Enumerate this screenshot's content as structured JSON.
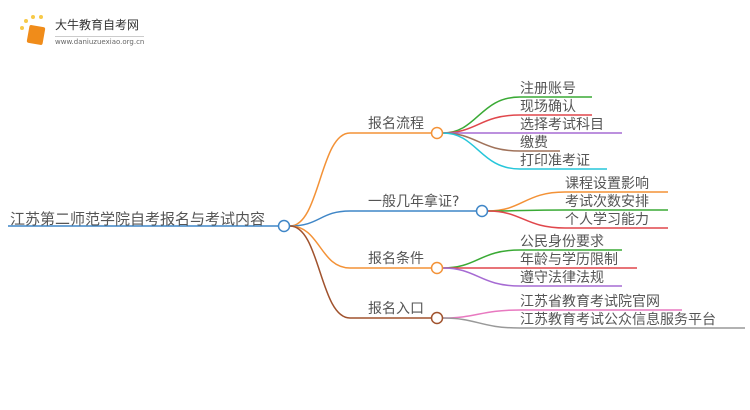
{
  "logo": {
    "name": "大牛教育自考网",
    "url": "www.daniuzuexiao.org.cn"
  },
  "root": {
    "label": "江苏第二师范学院自考报名与考试内容",
    "color": "#3f86c7"
  },
  "branches": [
    {
      "label": "报名流程",
      "color": "#f39237",
      "leaves": [
        {
          "label": "注册账号",
          "color": "#3aaa35"
        },
        {
          "label": "现场确认",
          "color": "#e0474c"
        },
        {
          "label": "选择考试科目",
          "color": "#a66bd3"
        },
        {
          "label": "缴费",
          "color": "#a0725a"
        },
        {
          "label": "打印准考证",
          "color": "#26c6da"
        }
      ]
    },
    {
      "label": "一般几年拿证?",
      "color": "#3f86c7",
      "leaves": [
        {
          "label": "课程设置影响",
          "color": "#f39237"
        },
        {
          "label": "考试次数安排",
          "color": "#3aaa35"
        },
        {
          "label": "个人学习能力",
          "color": "#e0474c"
        }
      ]
    },
    {
      "label": "报名条件",
      "color": "#f39237",
      "leaves": [
        {
          "label": "公民身份要求",
          "color": "#3aaa35"
        },
        {
          "label": "年龄与学历限制",
          "color": "#e0474c"
        },
        {
          "label": "遵守法律法规",
          "color": "#a66bd3"
        }
      ]
    },
    {
      "label": "报名入口",
      "color": "#a0522d",
      "leaves": [
        {
          "label": "江苏省教育考试院官网",
          "color": "#e879c0"
        },
        {
          "label": "江苏教育考试公众信息服务平台",
          "color": "#999999"
        }
      ]
    }
  ]
}
